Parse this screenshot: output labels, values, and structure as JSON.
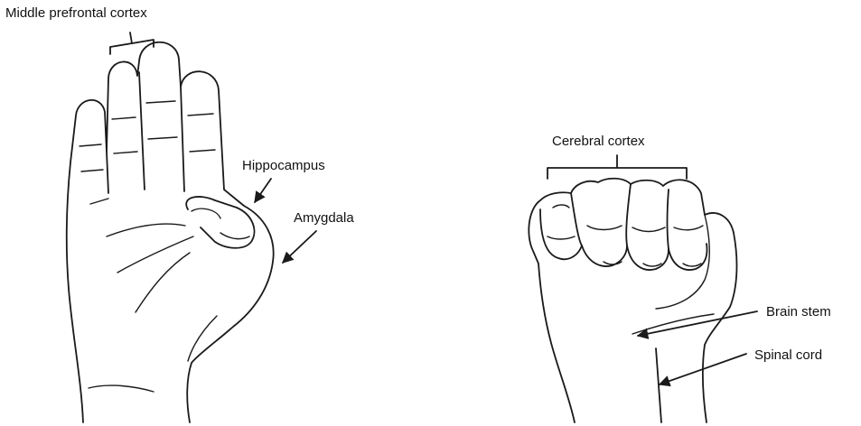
{
  "labels": {
    "middle_prefrontal_cortex": "Middle prefrontal cortex",
    "hippocampus": "Hippocampus",
    "amygdala": "Amygdala",
    "cerebral_cortex": "Cerebral cortex",
    "brain_stem": "Brain stem",
    "spinal_cord": "Spinal cord"
  }
}
